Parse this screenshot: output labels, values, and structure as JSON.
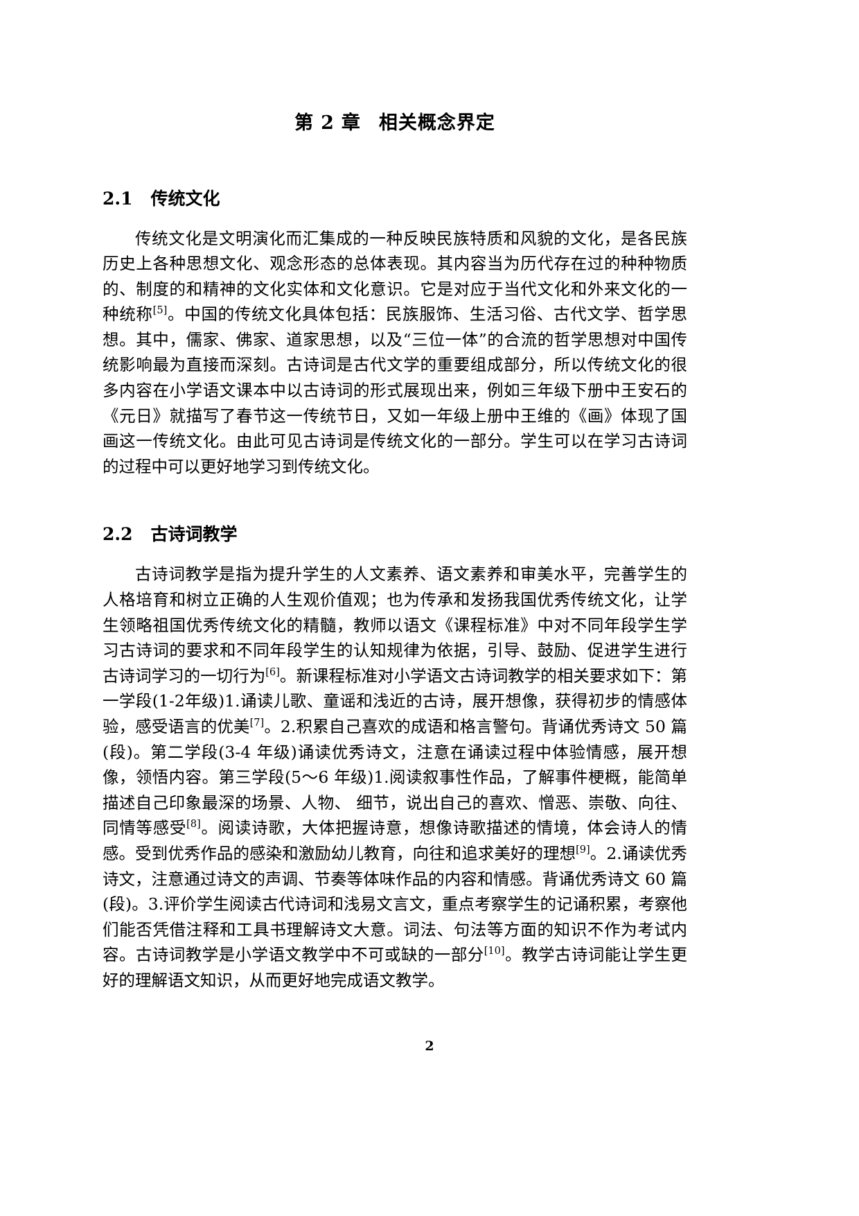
{
  "document": {
    "chapter": {
      "label_prefix": "第",
      "number": "2",
      "label_suffix": "章",
      "title": "相关概念界定"
    },
    "sections": [
      {
        "number": "2.1",
        "title": "传统文化",
        "paragraph": "传统文化是文明演化而汇集成的一种反映民族特质和风貌的文化，是各民族历史上各种思想文化、观念形态的总体表现。其内容当为历代存在过的种种物质的、制度的和精神的文化实体和文化意识。它是对应于当代文化和外来文化的一种统称[5]。中国的传统文化具体包括：民族服饰、生活习俗、古代文学、哲学思想。其中，儒家、佛家、道家思想，以及“三位一体”的合流的哲学思想对中国传统影响最为直接而深刻。古诗词是古代文学的重要组成部分，所以传统文化的很多内容在小学语文课本中以古诗词的形式展现出来，例如三年级下册中王安石的《元日》就描写了春节这一传统节日，又如一年级上册中王维的《画》体现了国画这一传统文化。由此可见古诗词是传统文化的一部分。学生可以在学习古诗词的过程中可以更好地学习到传统文化。",
        "paragraph_parts": {
          "p1_before_cite5": "传统文化是文明演化而汇集成的一种反映民族特质和风貌的文化，是各民族历史上各种思想文化、观念形态的总体表现。其内容当为历代存在过的种种物质的、制度的和精神的文化实体和文化意识。它是对应于当代文化和外来文化的一种统称",
          "cite5": "[5]",
          "p1_after_cite5": "。中国的传统文化具体包括：民族服饰、生活习俗、古代文学、哲学思想。其中，儒家、佛家、道家思想，以及“三位一体”的合流的哲学思想对中国传统影响最为直接而深刻。古诗词是古代文学的重要组成部分，所以传统文化的很多内容在小学语文课本中以古诗词的形式展现出来，例如三年级下册中王安石的《元日》就描写了春节这一传统节日，又如一年级上册中王维的《画》体现了国画这一传统文化。由此可见古诗词是传统文化的一部分。学生可以在学习古诗词的过程中可以更好地学习到传统文化。"
        }
      },
      {
        "number": "2.2",
        "title": "古诗词教学",
        "paragraph": "古诗词教学是指为提升学生的人文素养、语文素养和审美水平，完善学生的人格培育和树立正确的人生观价值观；也为传承和发扬我国优秀传统文化，让学生领略祖国优秀传统文化的精髓，教师以语文《课程标准》中对不同年段学生学习古诗词的要求和不同年段学生的认知规律为依据，引导、鼓励、促进学生进行古诗词学习的一切行为[6]。新课程标准对小学语文古诗词教学的相关要求如下：第一学段(1-2年级)1.诵读儿歌、童谣和浅近的古诗，展开想像，获得初步的情感体验，感受语言的优美[7]。2.积累自己喜欢的成语和格言警句。背诵优秀诗文 50 篇(段)。第二学段(3-4 年级)诵读优秀诗文，注意在诵读过程中体验情感，展开想像，领悟内容。第三学段(5～6 年级)1.阅读叙事性作品，了解事件梗概，能简单描述自己印象最深的场景、人物、 细节，说出自己的喜欢、憎恶、崇敬、向往、同情等感受[8]。阅读诗歌，大体把握诗意，想像诗歌描述的情境，体会诗人的情感。受到优秀作品的感染和激励幼儿教育，向往和追求美好的理想[9]。2.诵读优秀诗文，注意通过诗文的声调、节奏等体味作品的内容和情感。背诵优秀诗文 60 篇(段)。3.评价学生阅读古代诗词和浅易文言文，重点考察学生的记诵积累，考察他们能否凭借注释和工具书理解诗文大意。词法、句法等方面的知识不作为考试内容。古诗词教学是小学语文教学中不可或缺的一部分[10]。教学古诗词能让学生更好的理解语文知识，从而更好地完成语文教学。",
        "paragraph_parts": {
          "p2_seg1": "古诗词教学是指为提升学生的人文素养、语文素养和审美水平，完善学生的人格培育和树立正确的人生观价值观；也为传承和发扬我国优秀传统文化，让学生领略祖国优秀传统文化的精髓，教师以语文《课程标准》中对不同年段学生学习古诗词的要求和不同年段学生的认知规律为依据，引导、鼓励、促进学生进行古诗词学习的一切行为",
          "cite6": "[6]",
          "p2_seg2": "。新课程标准对小学语文古诗词教学的相关要求如下：第一学段(1-2年级)1.诵读儿歌、童谣和浅近的古诗，展开想像，获得初步的情感体验，感受语言的优美",
          "cite7": "[7]",
          "p2_seg3": "。2.积累自己喜欢的成语和格言警句。背诵优秀诗文 50 篇(段)。第二学段(3-4 年级)诵读优秀诗文，注意在诵读过程中体验情感，展开想像，领悟内容。第三学段(5～6 年级)1.阅读叙事性作品，了解事件梗概，能简单描述自己印象最深的场景、人物、 细节，说出自己的喜欢、憎恶、崇敬、向往、同情等感受",
          "cite8": "[8]",
          "p2_seg4": "。阅读诗歌，大体把握诗意，想像诗歌描述的情境，体会诗人的情感。受到优秀作品的感染和激励幼儿教育，向往和追求美好的理想",
          "cite9": "[9]",
          "p2_seg5": "。2.诵读优秀诗文，注意通过诗文的声调、节奏等体味作品的内容和情感。背诵优秀诗文 60 篇(段)。3.评价学生阅读古代诗词和浅易文言文，重点考察学生的记诵积累，考察他们能否凭借注释和工具书理解诗文大意。词法、句法等方面的知识不作为考试内容。古诗词教学是小学语文教学中不可或缺的一部分",
          "cite10": "[10]",
          "p2_seg6": "。教学古诗词能让学生更好的理解语文知识，从而更好地完成语文教学。"
        }
      }
    ],
    "footer": {
      "page_number": "2"
    }
  }
}
